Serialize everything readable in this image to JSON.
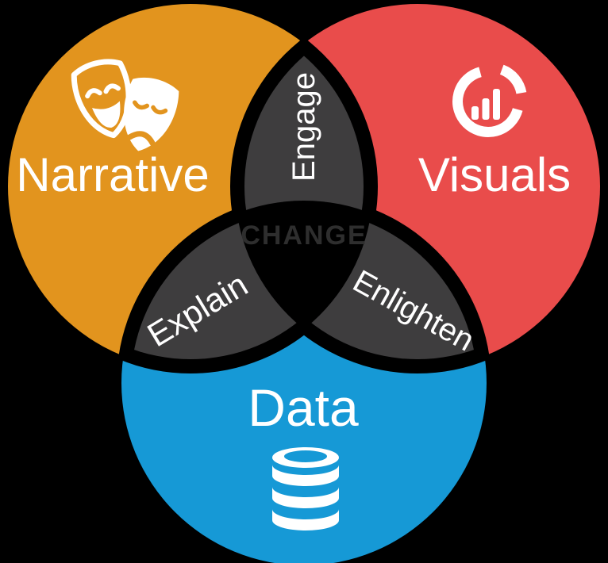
{
  "diagram": {
    "type": "venn",
    "background_color": "#000000",
    "circles": [
      {
        "id": "narrative",
        "label": "Narrative",
        "color": "#E2941E",
        "icon": "theater-masks-icon"
      },
      {
        "id": "visuals",
        "label": "Visuals",
        "color": "#E94C4B",
        "icon": "donut-chart-icon"
      },
      {
        "id": "data",
        "label": "Data",
        "color": "#1699D6",
        "icon": "database-icon"
      }
    ],
    "intersections": [
      {
        "id": "engage",
        "label": "Engage",
        "between": [
          "Narrative",
          "Visuals"
        ],
        "color": "#3E3D3E"
      },
      {
        "id": "explain",
        "label": "Explain",
        "between": [
          "Narrative",
          "Data"
        ],
        "color": "#3E3D3E"
      },
      {
        "id": "enlighten",
        "label": "Enlighten",
        "between": [
          "Visuals",
          "Data"
        ],
        "color": "#3E3D3E"
      }
    ],
    "center": {
      "label": "CHANGE",
      "color": "#2E2E2E"
    },
    "text_color": "#FFFFFF"
  }
}
